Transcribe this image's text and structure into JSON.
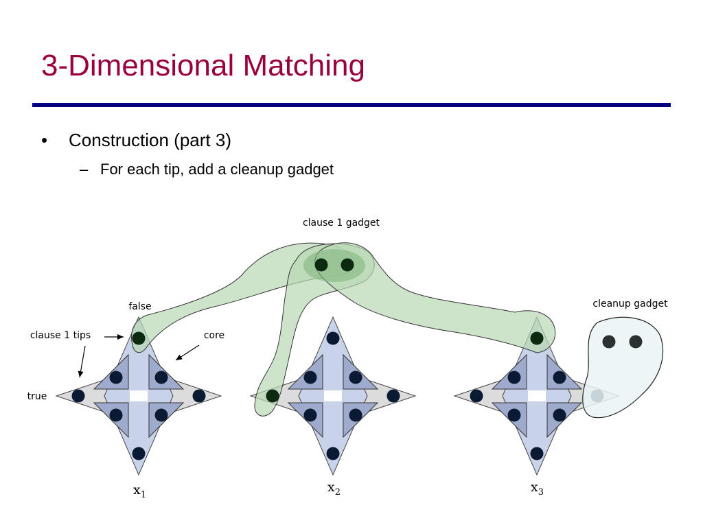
{
  "slide": {
    "title": "3-Dimensional Matching",
    "bullet": "Construction (part 3)",
    "bullet_mark": "•",
    "subbullet": "For each tip, add a cleanup gadget",
    "subbullet_mark": "–"
  },
  "diagram": {
    "labels": {
      "clause_gadget": "clause 1 gadget",
      "cleanup_gadget": "cleanup gadget",
      "false": "false",
      "clause_tips": "clause 1 tips",
      "core": "core",
      "true": "true"
    },
    "variables": [
      {
        "name": "x",
        "index": "1"
      },
      {
        "name": "x",
        "index": "2"
      },
      {
        "name": "x",
        "index": "3"
      }
    ],
    "colors": {
      "title": "#99003d",
      "rule": "#000080",
      "vertical_diamond": "#c8d2e8",
      "horizontal_diamond": "#dcdcdc",
      "core_triangles": "#9fabcc",
      "clause_gadget_fill": "#b8d8b4",
      "clause_gadget_overlap": "#7fb27a",
      "cleanup_gadget_fill": "#eaf4f4",
      "node": "#0a1a33"
    }
  }
}
